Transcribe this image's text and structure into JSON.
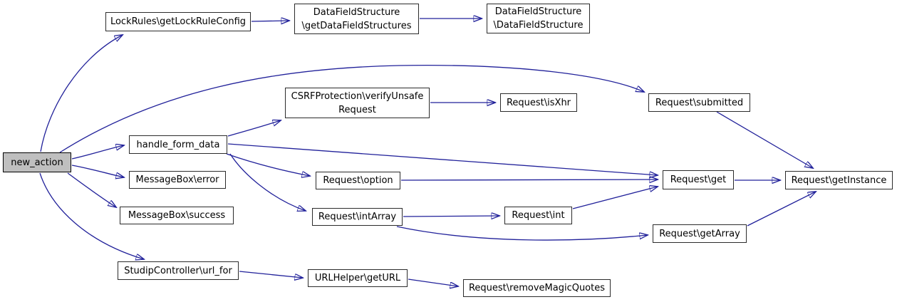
{
  "diagram": {
    "type": "call-graph",
    "root": "new_action",
    "colors": {
      "edge": "#21219a",
      "node_fill": "#ffffff",
      "node_border": "#2b2b2b",
      "root_fill": "#bfbfbf"
    },
    "nodes": [
      {
        "id": "new-action",
        "label": "new_action"
      },
      {
        "id": "lockrules-getlockruleconfig",
        "label": "LockRules\\getLockRuleConfig"
      },
      {
        "id": "datafieldstructure-getdatafieldstructures",
        "label": "DataFieldStructure\n\\getDataFieldStructures"
      },
      {
        "id": "datafieldstructure-datafieldstructure",
        "label": "DataFieldStructure\n\\DataFieldStructure"
      },
      {
        "id": "csrfprotection-verifyunsaferequest",
        "label": "CSRFProtection\\verifyUnsafe\nRequest"
      },
      {
        "id": "request-isxhr",
        "label": "Request\\isXhr"
      },
      {
        "id": "request-submitted",
        "label": "Request\\submitted"
      },
      {
        "id": "handle-form-data",
        "label": "handle_form_data"
      },
      {
        "id": "messagebox-error",
        "label": "MessageBox\\error"
      },
      {
        "id": "messagebox-success",
        "label": "MessageBox\\success"
      },
      {
        "id": "request-option",
        "label": "Request\\option"
      },
      {
        "id": "request-intarray",
        "label": "Request\\intArray"
      },
      {
        "id": "request-int",
        "label": "Request\\int"
      },
      {
        "id": "request-get",
        "label": "Request\\get"
      },
      {
        "id": "request-getarray",
        "label": "Request\\getArray"
      },
      {
        "id": "request-getinstance",
        "label": "Request\\getInstance"
      },
      {
        "id": "studipcontroller-url-for",
        "label": "StudipController\\url_for"
      },
      {
        "id": "urlhelper-geturl",
        "label": "URLHelper\\getURL"
      },
      {
        "id": "request-removemagicquotes",
        "label": "Request\\removeMagicQuotes"
      }
    ],
    "edges": [
      {
        "from": "new-action",
        "to": "lockrules-getlockruleconfig"
      },
      {
        "from": "new-action",
        "to": "request-submitted"
      },
      {
        "from": "new-action",
        "to": "handle-form-data"
      },
      {
        "from": "new-action",
        "to": "messagebox-error"
      },
      {
        "from": "new-action",
        "to": "messagebox-success"
      },
      {
        "from": "new-action",
        "to": "studipcontroller-url-for"
      },
      {
        "from": "lockrules-getlockruleconfig",
        "to": "datafieldstructure-getdatafieldstructures"
      },
      {
        "from": "datafieldstructure-getdatafieldstructures",
        "to": "datafieldstructure-datafieldstructure"
      },
      {
        "from": "handle-form-data",
        "to": "csrfprotection-verifyunsaferequest"
      },
      {
        "from": "handle-form-data",
        "to": "request-get"
      },
      {
        "from": "handle-form-data",
        "to": "request-option"
      },
      {
        "from": "handle-form-data",
        "to": "request-intarray"
      },
      {
        "from": "csrfprotection-verifyunsaferequest",
        "to": "request-isxhr"
      },
      {
        "from": "request-submitted",
        "to": "request-getinstance"
      },
      {
        "from": "request-option",
        "to": "request-get"
      },
      {
        "from": "request-intarray",
        "to": "request-int"
      },
      {
        "from": "request-intarray",
        "to": "request-getarray"
      },
      {
        "from": "request-int",
        "to": "request-get"
      },
      {
        "from": "request-get",
        "to": "request-getinstance"
      },
      {
        "from": "request-getarray",
        "to": "request-getinstance"
      },
      {
        "from": "studipcontroller-url-for",
        "to": "urlhelper-geturl"
      },
      {
        "from": "urlhelper-geturl",
        "to": "request-removemagicquotes"
      }
    ]
  }
}
